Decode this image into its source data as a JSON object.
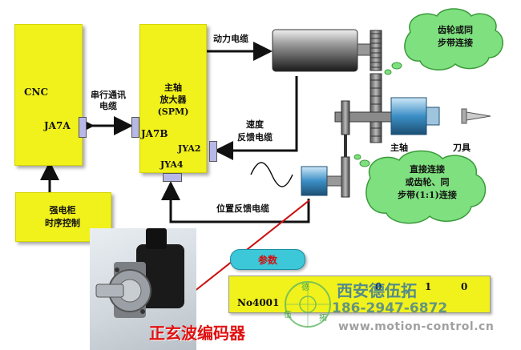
{
  "boxes": {
    "cnc_title": "CNC",
    "cnc_port": "JA7A",
    "spm_title": "主轴\n放大器\n(SPM)",
    "spm_port_b": "JA7B",
    "spm_port_a2": "JYA2",
    "spm_port_a4": "JYA4",
    "cabinet": "强电柜\n时序控制"
  },
  "cables": {
    "serial": "串行通讯\n电缆",
    "power": "动力电缆",
    "speed_feedback": "速度\n反馈电缆",
    "position_feedback": "位置反馈电缆"
  },
  "mechanical": {
    "spindle": "主轴",
    "tool": "刀具"
  },
  "clouds": {
    "top": "齿轮或同\n步带连接",
    "bottom": "直接连接\n或齿轮、同\n步带(1:1)连接"
  },
  "params": {
    "pill_label": "参数",
    "row_label": "No4001",
    "row_values": [
      "",
      "",
      "",
      "0",
      "",
      "1",
      "",
      "0"
    ]
  },
  "photo_caption": "正玄波编码器",
  "watermark": {
    "company": "西安德伍拓",
    "phone": "186-2947-6872",
    "url": "www.motion-control.cn",
    "seal_chars": [
      "德",
      "伍",
      "拓"
    ]
  },
  "colors": {
    "box_yellow": "#f1f11c",
    "port_blue": "#b8b8e8",
    "cloud_green": "#7fe07f",
    "pill_cyan": "#3cc8d8",
    "caption_red": "#e01010"
  }
}
